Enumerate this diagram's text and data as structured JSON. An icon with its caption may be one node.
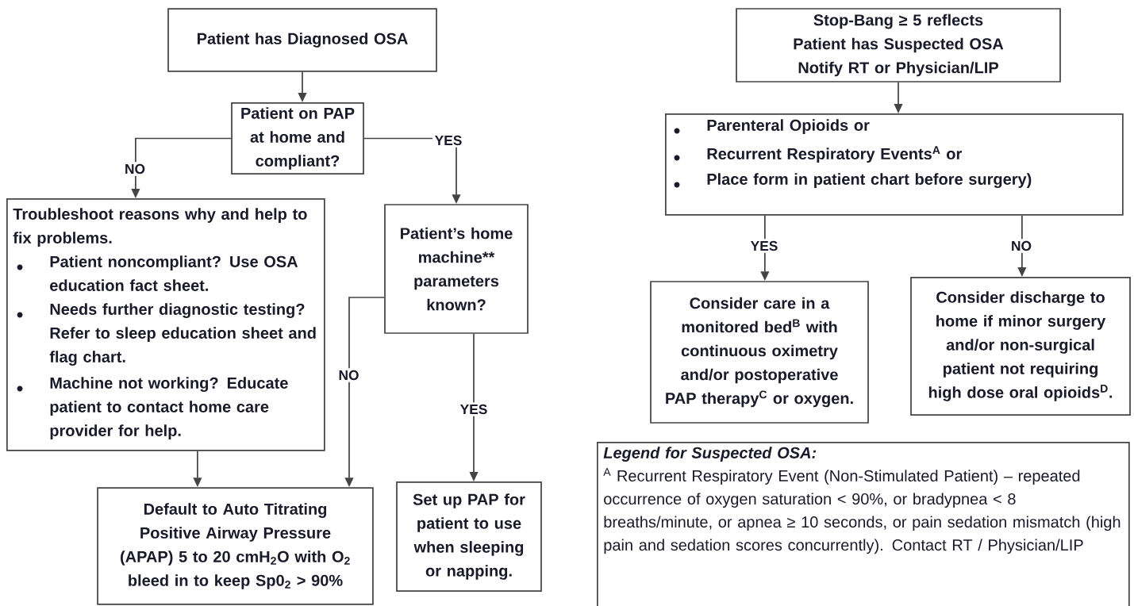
{
  "diagram": {
    "nodes": [
      {
        "text": [
          "Patient has Diagnosed OSA"
        ]
      },
      {
        "text": [
          "Patient on PAP at home and compliant?"
        ]
      },
      {
        "text": [
          "Troubleshoot reasons why and help to fix problems.",
          "Patient noncompliant? Use OSA education fact sheet.",
          "Needs further diagnostic testing? Refer to sleep education sheet and flag chart.",
          "Machine not working? Educate patient to contact home care provider for help."
        ]
      },
      {
        "text": [
          "Patient’s home machine** parameters known?"
        ]
      },
      {
        "text": [
          "Default to Auto Titrating Positive Airway Pressure (APAP) 5 to 20 cmH$_{2}$O with O$_{2}$ bleed in to keep Sp0$_{2}$ > 90%"
        ]
      },
      {
        "text": [
          "Set up PAP for patient to use when sleeping or napping."
        ]
      },
      {
        "text": [
          "Stop-Bang ≥ 5 reflects Patient has Suspected OSA Notify RT or Physician/LIP"
        ]
      },
      {
        "text": [
          "Parenteral Opioids or",
          "Recurrent Respiratory Events$^{A}$ or",
          "Place form in patient chart before surgery)"
        ]
      },
      {
        "text": [
          "Consider care in a monitored bed$^{B}$ with continuous oximetry and/or postoperative PAP therapy$^{C}$ or oxygen."
        ]
      },
      {
        "text": [
          "Consider discharge to home if minor surgery and/or non-surgical patient not requiring high dose oral opioids$^{D}$."
        ]
      },
      {
        "text": [
          "Legend for Suspected OSA:",
          "$^{A}$ Recurrent Respiratory Event (Non-Stimulated Patient) – repeated occurrence of oxygen saturation < 90%, or bradypnea < 8 breaths/minute, or apnea ≥ 10 seconds, or pain sedation mismatch (high pain and sedation scores concurrently).  Contact RT / Physician/LIP"
        ]
      }
    ],
    "edges": [
      {
        "from": 0,
        "to": 1,
        "arrow": "to"
      },
      {
        "from": 1,
        "to": 2,
        "arrow": "to",
        "label": "NO"
      },
      {
        "from": 1,
        "to": 3,
        "arrow": "to",
        "label": "YES"
      },
      {
        "from": 3,
        "to": 4,
        "arrow": "to",
        "label": "NO"
      },
      {
        "from": 3,
        "to": 5,
        "arrow": "to",
        "label": "YES"
      },
      {
        "from": 2,
        "to": 4,
        "arrow": "to"
      },
      {
        "from": 6,
        "to": 7,
        "arrow": "to"
      },
      {
        "from": 7,
        "to": 8,
        "arrow": "to",
        "label": "YES"
      },
      {
        "from": 7,
        "to": 9,
        "arrow": "to",
        "label": "NO"
      }
    ]
  }
}
